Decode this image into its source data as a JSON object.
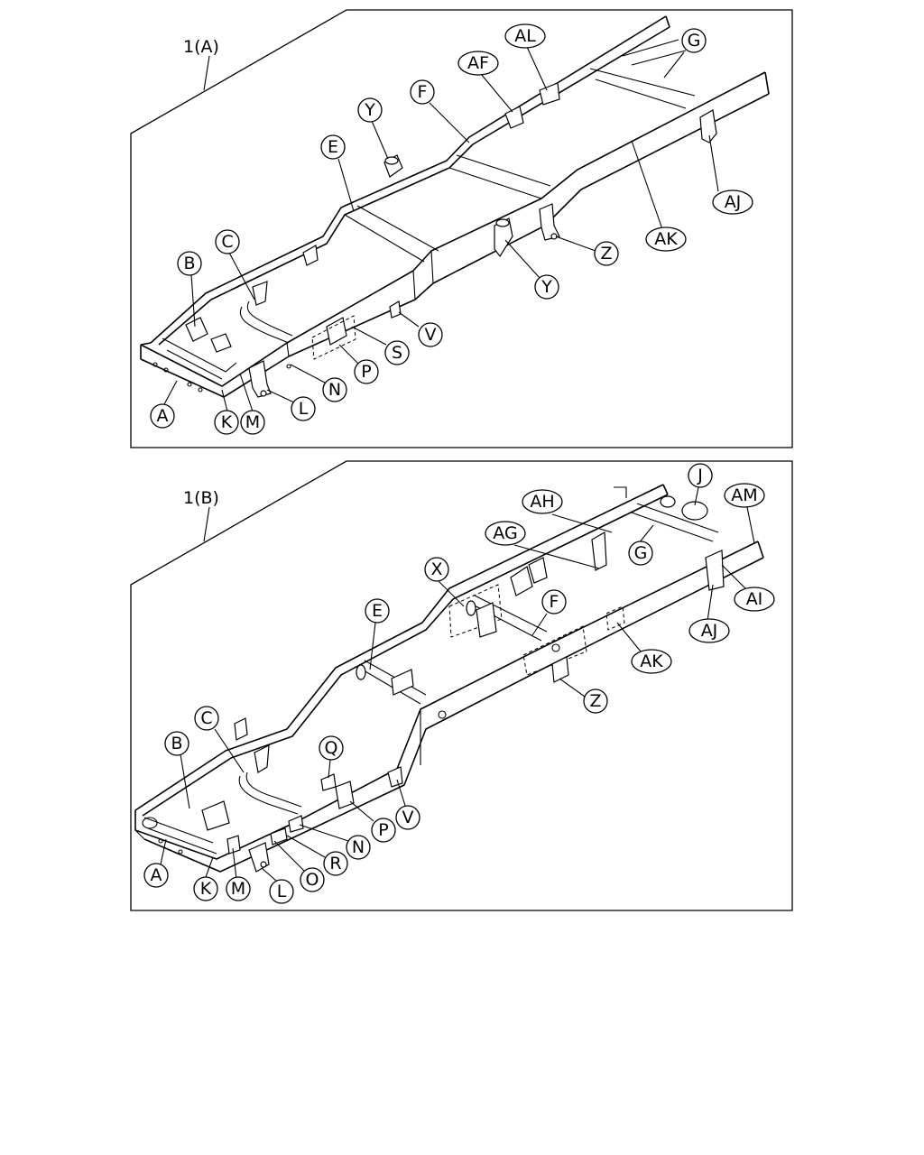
{
  "panel_a": {
    "title": "1(A)",
    "labels": {
      "AL": "AL",
      "G": "G",
      "AF": "AF",
      "F": "F",
      "Y1": "Y",
      "E": "E",
      "AJ": "AJ",
      "AK": "AK",
      "Z": "Z",
      "Y2": "Y",
      "C": "C",
      "B": "B",
      "V": "V",
      "S": "S",
      "P": "P",
      "N": "N",
      "L": "L",
      "A": "A",
      "K": "K",
      "M": "M"
    }
  },
  "panel_b": {
    "title": "1(B)",
    "labels": {
      "J": "J",
      "AM": "AM",
      "AH": "AH",
      "AG": "AG",
      "G": "G",
      "X": "X",
      "F": "F",
      "AI": "AI",
      "E": "E",
      "AJ": "AJ",
      "AK": "AK",
      "Z": "Z",
      "C": "C",
      "B": "B",
      "Q": "Q",
      "V": "V",
      "P": "P",
      "N": "N",
      "R": "R",
      "O": "O",
      "L": "L",
      "M": "M",
      "K": "K",
      "A": "A"
    }
  }
}
